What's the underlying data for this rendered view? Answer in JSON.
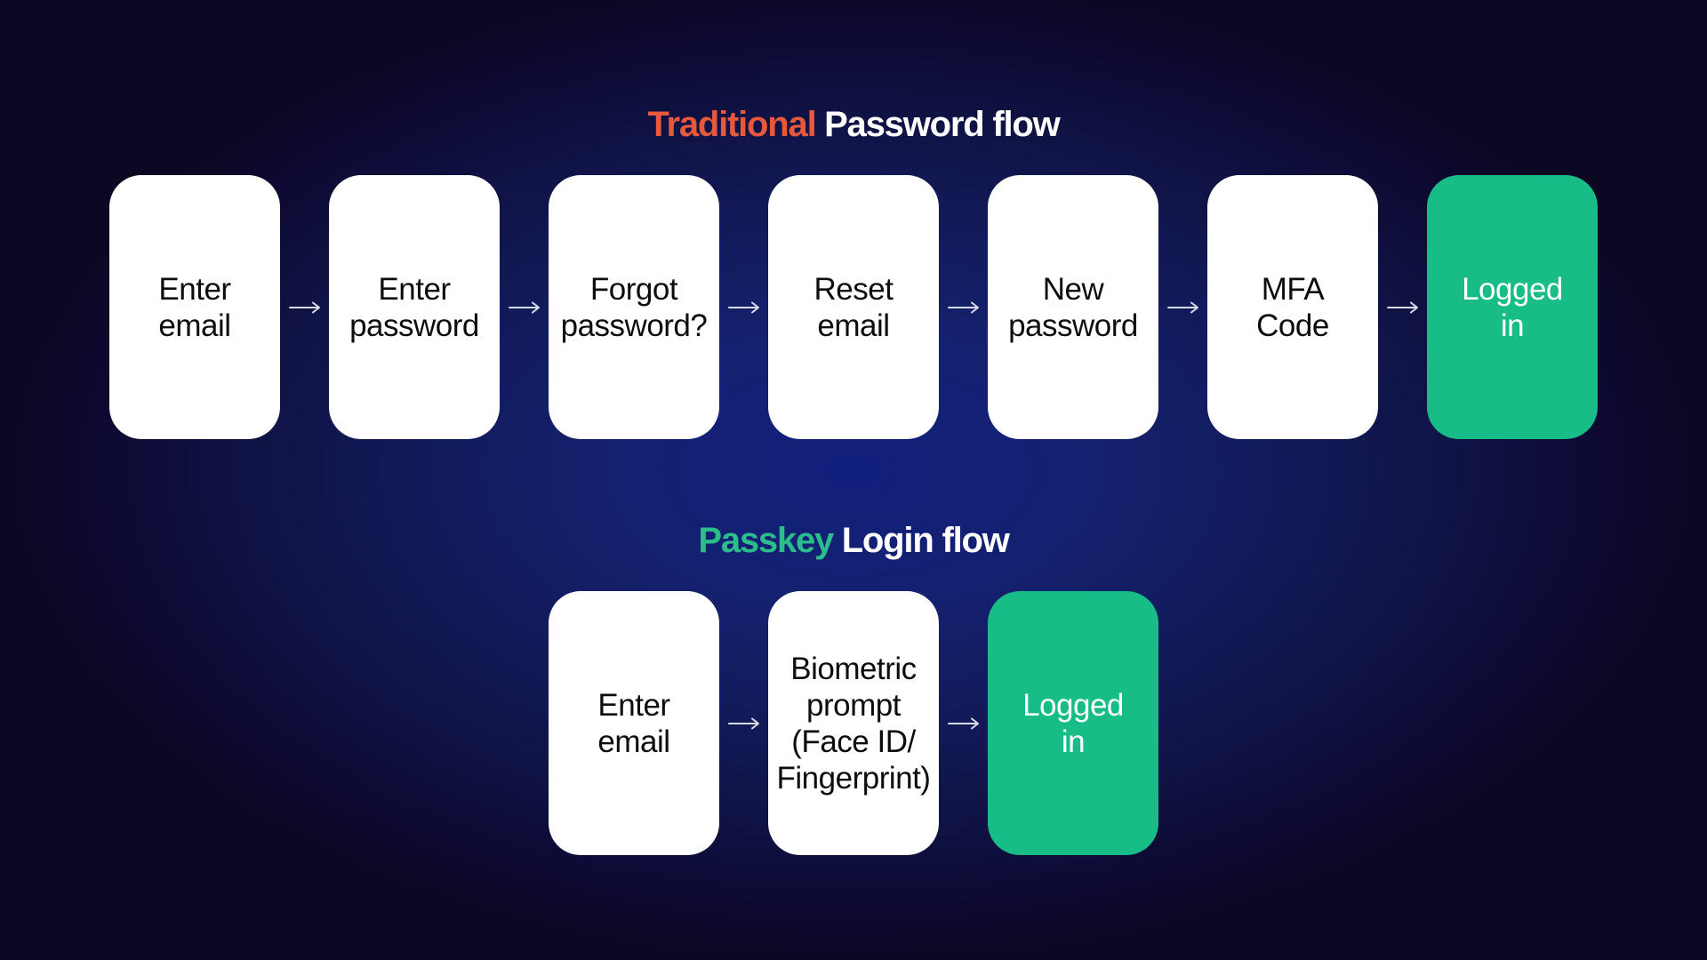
{
  "colors": {
    "bg_center": "#111F7D",
    "bg_edge": "#0C0722",
    "box_bg": "#FFFFFF",
    "box_text": "#0D0D11",
    "success_bg": "#17BC86",
    "success_text": "#FFFFFF",
    "accent_orange": "#E6593C",
    "accent_green": "#2BBE8A",
    "title_text": "#FFFFFF",
    "arrow": "#D8DCE8"
  },
  "flows": [
    {
      "title_accent": "Traditional",
      "title_rest": "Password flow",
      "steps": [
        {
          "label": "Enter\nemail",
          "type": "default"
        },
        {
          "label": "Enter\npassword",
          "type": "default"
        },
        {
          "label": "Forgot\npassword?",
          "type": "default"
        },
        {
          "label": "Reset\nemail",
          "type": "default"
        },
        {
          "label": "New\npassword",
          "type": "default"
        },
        {
          "label": "MFA\nCode",
          "type": "default"
        },
        {
          "label": "Logged\nin",
          "type": "success"
        }
      ]
    },
    {
      "title_accent": "Passkey",
      "title_rest": "Login flow",
      "steps": [
        {
          "label": "Enter\nemail",
          "type": "default"
        },
        {
          "label": "Biometric\nprompt\n(Face ID/\nFingerprint)",
          "type": "default"
        },
        {
          "label": "Logged\nin",
          "type": "success"
        }
      ]
    }
  ]
}
